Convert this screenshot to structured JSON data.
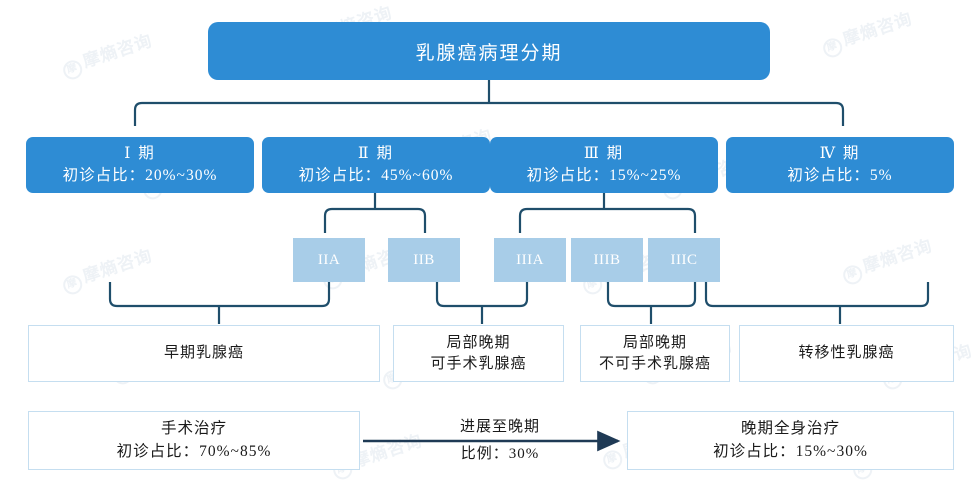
{
  "diagram": {
    "title": "乳腺癌病理分期",
    "stages": [
      {
        "name": "Ⅰ 期",
        "rate": "初诊占比：20%~30%"
      },
      {
        "name": "Ⅱ 期",
        "rate": "初诊占比：45%~60%"
      },
      {
        "name": "Ⅲ 期",
        "rate": "初诊占比：15%~25%"
      },
      {
        "name": "Ⅳ 期",
        "rate": "初诊占比：5%"
      }
    ],
    "substages": [
      {
        "label": "IIA"
      },
      {
        "label": "IIB"
      },
      {
        "label": "IIIA"
      },
      {
        "label": "IIIB"
      },
      {
        "label": "IIIC"
      }
    ],
    "classifications": [
      {
        "line1": "早期乳腺癌",
        "line2": ""
      },
      {
        "line1": "局部晚期",
        "line2": "可手术乳腺癌"
      },
      {
        "line1": "局部晚期",
        "line2": "不可手术乳腺癌"
      },
      {
        "line1": "转移性乳腺癌",
        "line2": ""
      }
    ],
    "treatments": [
      {
        "line1": "手术治疗",
        "line2": "初诊占比：70%~85%"
      },
      {
        "line1": "晚期全身治疗",
        "line2": "初诊占比：15%~30%"
      }
    ],
    "progression_arrow": {
      "label_above": "进展至晚期",
      "label_below": "比例：30%"
    },
    "colors": {
      "primary_blue": "#2e8cd4",
      "light_blue": "#a8cde8",
      "border_blue": "#c5def0",
      "connector_navy": "#1f4e6b",
      "text_white": "#ffffff",
      "text_dark": "#1a1a1a"
    },
    "watermark_text": "摩熵咨询"
  }
}
